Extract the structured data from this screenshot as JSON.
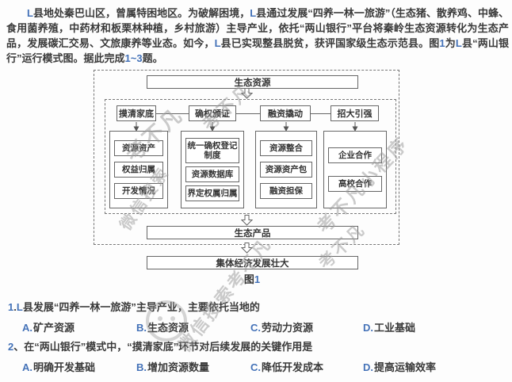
{
  "passage": "L县地处秦巴山区，曾属特困地区。为破解困境，L县通过发展“四养一林一旅游”（生态猪、散养鸡、中蜂、食用菌养殖，中药材和板栗林种植，乡村旅游）主导产业，依托“两山银行”平台将秦岭生态资源转化为生态产品，发展碳汇交易、文旅康养等业态。如今，L县已实现整县脱贫，获评国家级生态示范县。图1为L县“两山银行”运行模式图。据此完成1~3题。",
  "figure": {
    "top_box": "生态资源",
    "columns": [
      {
        "header": "摸清家底",
        "items": [
          "资源资产",
          "权益归属",
          "开发情况"
        ]
      },
      {
        "header": "确权颁证",
        "items": [
          "统一确权登记制度",
          "资源数据库",
          "界定权属归属"
        ]
      },
      {
        "header": "融资撬动",
        "items": [
          "资源整合",
          "资源资产包",
          "融资担保"
        ]
      },
      {
        "header": "招大引强",
        "items": [
          "企业合作",
          "高校合作"
        ]
      }
    ],
    "product_box": "生态产品",
    "bottom_box": "集体经济发展壮大",
    "caption": "图1"
  },
  "questions": [
    {
      "stem": "1.L县发展“四养一林一旅游”主导产业，主要依托当地的",
      "options": [
        {
          "label": "A.",
          "text": "矿产资源"
        },
        {
          "label": "B.",
          "text": "生态资源"
        },
        {
          "label": "C.",
          "text": "劳动力资源"
        },
        {
          "label": "D.",
          "text": "工业基础"
        }
      ]
    },
    {
      "stem": "2、在“两山银行”模式中，“摸清家底”环节对后续发展的关键作用是",
      "options": [
        {
          "label": "A.",
          "text": "明确开发基础"
        },
        {
          "label": "B.",
          "text": "增加资源数量"
        },
        {
          "label": "C.",
          "text": "降低开发成本"
        },
        {
          "label": "D.",
          "text": "提高运输效率"
        }
      ]
    }
  ],
  "watermarks": {
    "wm1": "考不凡",
    "wm2": "考不凡",
    "wm3": "微信搜索",
    "wm4": "考不凡小程序",
    "wm5": "考不凡",
    "wm6": "微信搜索考不凡"
  },
  "colors": {
    "accent_blue": "#4472b8",
    "body_text": "#3a3a3a",
    "figure_line": "#666666",
    "watermark_gray": "#999999"
  }
}
